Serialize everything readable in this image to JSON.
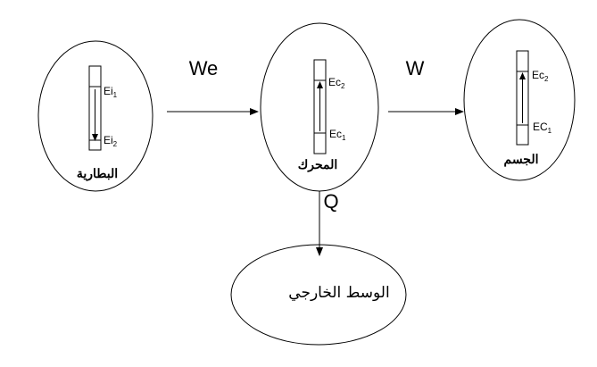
{
  "diagram": {
    "battery": {
      "label": "البطارية",
      "level_top": "Ei",
      "level_top_sub": "1",
      "level_bottom": "Ei",
      "level_bottom_sub": "2"
    },
    "motor": {
      "label": "المحرك",
      "level_top": "Ec",
      "level_top_sub": "2",
      "level_bottom": "Ec",
      "level_bottom_sub": "1"
    },
    "body": {
      "label": "الجسم",
      "level_top": "Ec",
      "level_top_sub": "2",
      "level_bottom": "EC",
      "level_bottom_sub": "1"
    },
    "environment": {
      "label": "الوسط الخارجي"
    },
    "transfers": {
      "battery_to_motor": "We",
      "motor_to_body": "W",
      "motor_to_environment": "Q"
    },
    "colors": {
      "stroke": "#000000",
      "background": "#ffffff"
    }
  }
}
